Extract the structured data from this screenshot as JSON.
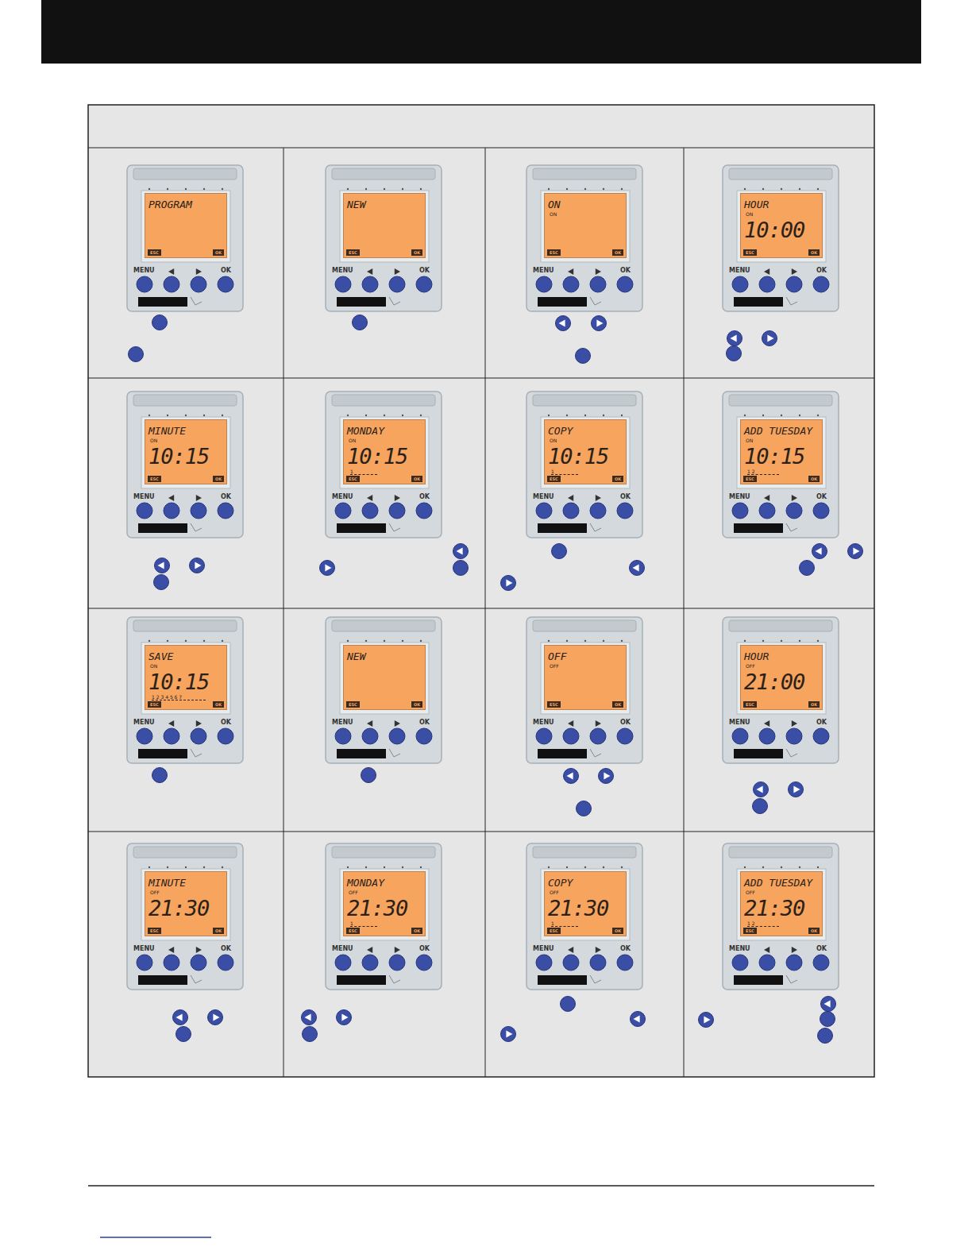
{
  "diagram": {
    "nodes": [
      {
        "text": [
          "PROGRAM",
          "ESC",
          "OK"
        ]
      },
      {
        "text": [
          "NEW",
          "ESC",
          "OK"
        ]
      },
      {
        "text": [
          "ON",
          "ON",
          "ESC",
          "OK"
        ]
      },
      {
        "text": [
          "HOUR",
          "ON",
          "10:00",
          "ESC",
          "OK"
        ]
      },
      {
        "text": [
          "MINUTE",
          "ON",
          "10:15",
          "ESC",
          "OK"
        ]
      },
      {
        "text": [
          "MONDAY",
          "ON",
          "10:15",
          "1",
          "ESC",
          "OK"
        ]
      },
      {
        "text": [
          "COPY",
          "ON",
          "10:15",
          "1",
          "ESC",
          "OK"
        ]
      },
      {
        "text": [
          "ADD TUESDAY",
          "ON",
          "10:15",
          "1 2",
          "ESC",
          "OK"
        ]
      },
      {
        "text": [
          "SAVE",
          "ON",
          "10:15",
          "1 2 3 4 5 6 7",
          "ESC",
          "OK"
        ]
      },
      {
        "text": [
          "NEW",
          "ESC",
          "OK"
        ]
      },
      {
        "text": [
          "OFF",
          "OFF",
          "ESC",
          "OK"
        ]
      },
      {
        "text": [
          "HOUR",
          "OFF",
          "21:00",
          "ESC",
          "OK"
        ]
      },
      {
        "text": [
          "MINUTE",
          "OFF",
          "21:30",
          "ESC",
          "OK"
        ]
      },
      {
        "text": [
          "MONDAY",
          "OFF",
          "21:30",
          "1",
          "ESC",
          "OK"
        ]
      },
      {
        "text": [
          "COPY",
          "OFF",
          "21:30",
          "1",
          "ESC",
          "OK"
        ]
      },
      {
        "text": [
          "ADD TUESDAY",
          "OFF",
          "21:30",
          "1 2",
          "ESC",
          "OK"
        ]
      }
    ],
    "labels": [
      "MENU",
      "OK",
      "MENU",
      "OK",
      "MENU",
      "OK",
      "MENU",
      "OK",
      "MENU",
      "OK",
      "MENU",
      "OK",
      "MENU",
      "OK",
      "MENU",
      "OK",
      "MENU",
      "OK",
      "MENU",
      "OK",
      "MENU",
      "OK",
      "MENU",
      "OK",
      "MENU",
      "OK",
      "MENU",
      "OK",
      "MENU",
      "OK",
      "MENU",
      "OK"
    ]
  }
}
